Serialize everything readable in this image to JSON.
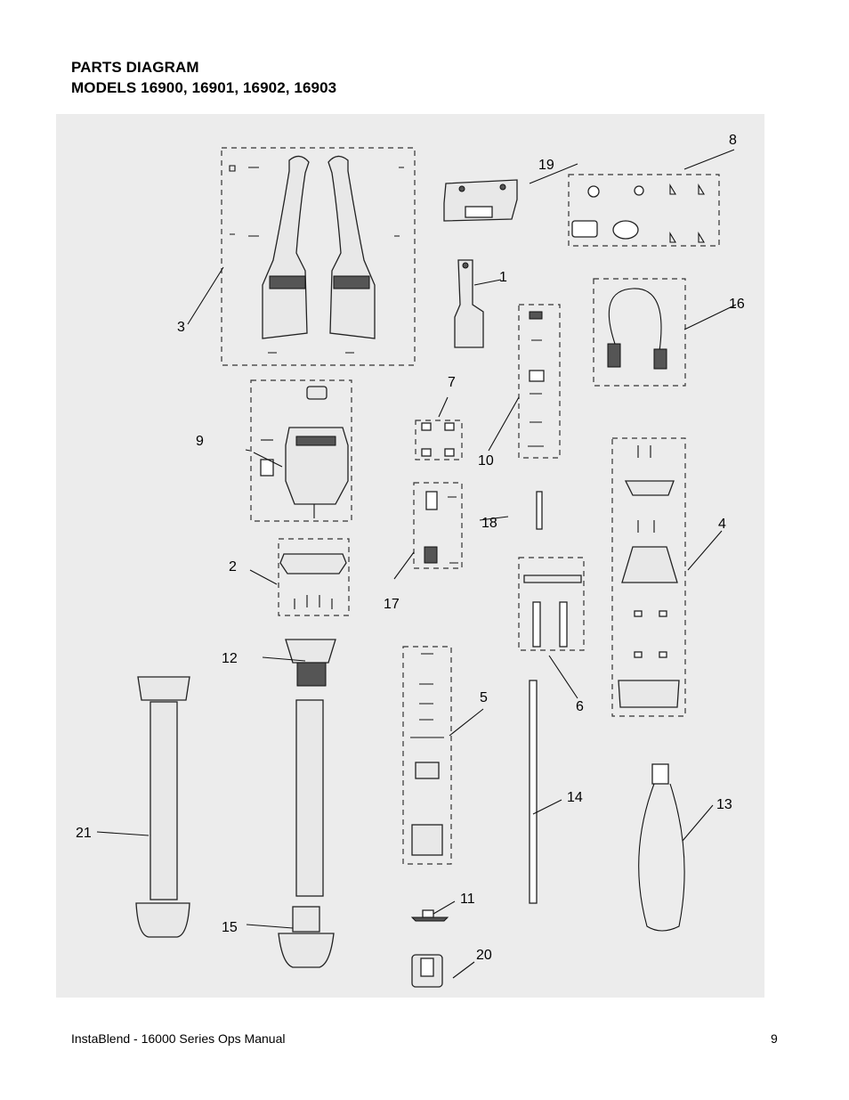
{
  "header": {
    "title": "PARTS DIAGRAM",
    "subtitle": "MODELS 16900, 16901, 16902, 16903"
  },
  "diagram": {
    "callouts": [
      "1",
      "2",
      "3",
      "4",
      "5",
      "6",
      "7",
      "8",
      "9",
      "10",
      "11",
      "12",
      "13",
      "14",
      "15",
      "16",
      "17",
      "18",
      "19",
      "20",
      "21"
    ]
  },
  "footer": {
    "manual": "InstaBlend - 16000 Series Ops Manual",
    "page": "9"
  }
}
